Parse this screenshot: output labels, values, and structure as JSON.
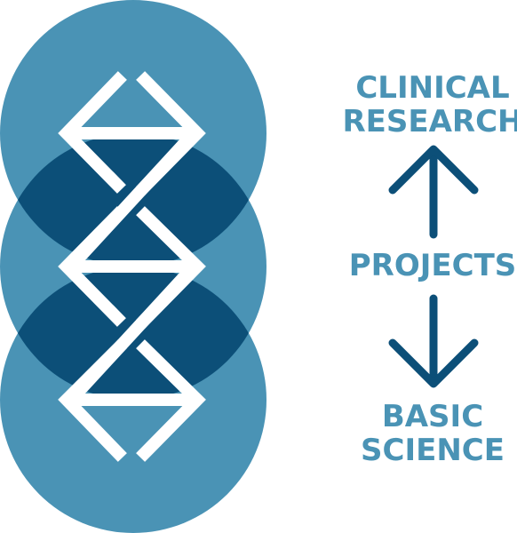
{
  "colors": {
    "circle": "#4a93b5",
    "overlap": "#0c4f78",
    "helix": "#ffffff",
    "text": "#4a93b5",
    "arrow": "#0c4f78"
  },
  "labels": {
    "clinical_line1": "CLINICAL",
    "clinical_line2": "RESEARCH",
    "projects": "PROJECTS",
    "basic_line1": "BASIC",
    "basic_line2": "SCIENCE"
  },
  "icons": {
    "logo": "dna-helix-circles-logo",
    "up": "arrow-up-icon",
    "down": "arrow-down-icon"
  }
}
